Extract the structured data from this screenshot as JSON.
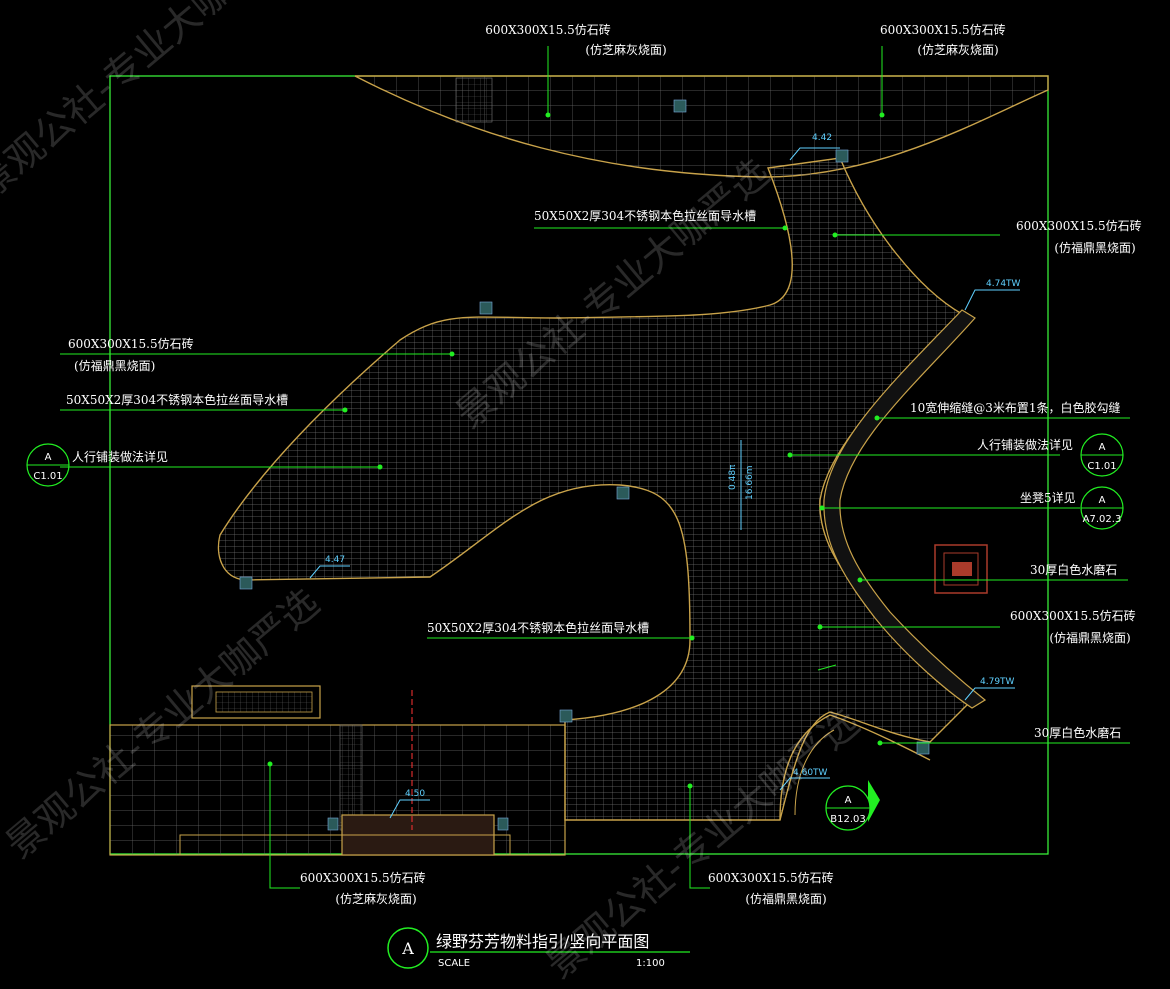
{
  "callouts": {
    "top_left": [
      "600X300X15.5仿石砖",
      "(仿芝麻灰烧面)"
    ],
    "top_right": [
      "600X300X15.5仿石砖",
      "(仿芝麻灰烧面)"
    ],
    "upper_right": [
      "600X300X15.5仿石砖",
      "(仿福鼎黑烧面)"
    ],
    "left_upper": [
      "600X300X15.5仿石砖",
      "(仿福鼎黑烧面)"
    ],
    "drain_top": "50X50X2厚304不锈钢本色拉丝面导水槽",
    "drain_left": "50X50X2厚304不锈钢本色拉丝面导水槽",
    "drain_center": "50X50X2厚304不锈钢本色拉丝面导水槽",
    "paving_left": "人行铺装做法详见",
    "paving_right": "人行铺装做法详见",
    "joint": "10宽伸缩缝@3米布置1条，白色胶勾缝",
    "seat": "坐凳5详见",
    "terrazzo_1": "30厚白色水磨石",
    "terrazzo_2": "30厚白色水磨石",
    "mid_right": [
      "600X300X15.5仿石砖",
      "(仿福鼎黑烧面)"
    ],
    "bottom_left": [
      "600X300X15.5仿石砖",
      "(仿芝麻灰烧面)"
    ],
    "bottom_right": [
      "600X300X15.5仿石砖",
      "(仿福鼎黑烧面)"
    ]
  },
  "ref_bubbles": {
    "paving_left": {
      "letter": "A",
      "sheet": "C1.01"
    },
    "paving_right": {
      "letter": "A",
      "sheet": "C1.01"
    },
    "seat": {
      "letter": "A",
      "sheet": "A7.02.3"
    },
    "section": {
      "letter": "A",
      "sheet": "B12.03"
    }
  },
  "elevations": {
    "e442": "4.42",
    "e474": "4.74TW",
    "e447": "4.47",
    "e479": "4.79TW",
    "e460": "4.60TW",
    "e450": "4.50"
  },
  "dimensions": {
    "width_a": "0.48π",
    "width_b": "16.66m"
  },
  "title_block": {
    "letter": "A",
    "title": "绿野芬芳物料指引/竖向平面图",
    "scale_label": "SCALE",
    "scale_value": "1:100"
  },
  "watermark": [
    "景观公社-专业大咖严选",
    "景观公社-专业大咖严选",
    "景观公社-专业大咖严选",
    "景观公社-专业大咖严选"
  ],
  "colors": {
    "background": "#000000",
    "boundary": "#3cff3c",
    "leader": "#22ee22",
    "paving_edge": "#c9a34a",
    "grid": "#6e6e6e",
    "elevation": "#5fd0ff",
    "text": "#ffffff"
  }
}
